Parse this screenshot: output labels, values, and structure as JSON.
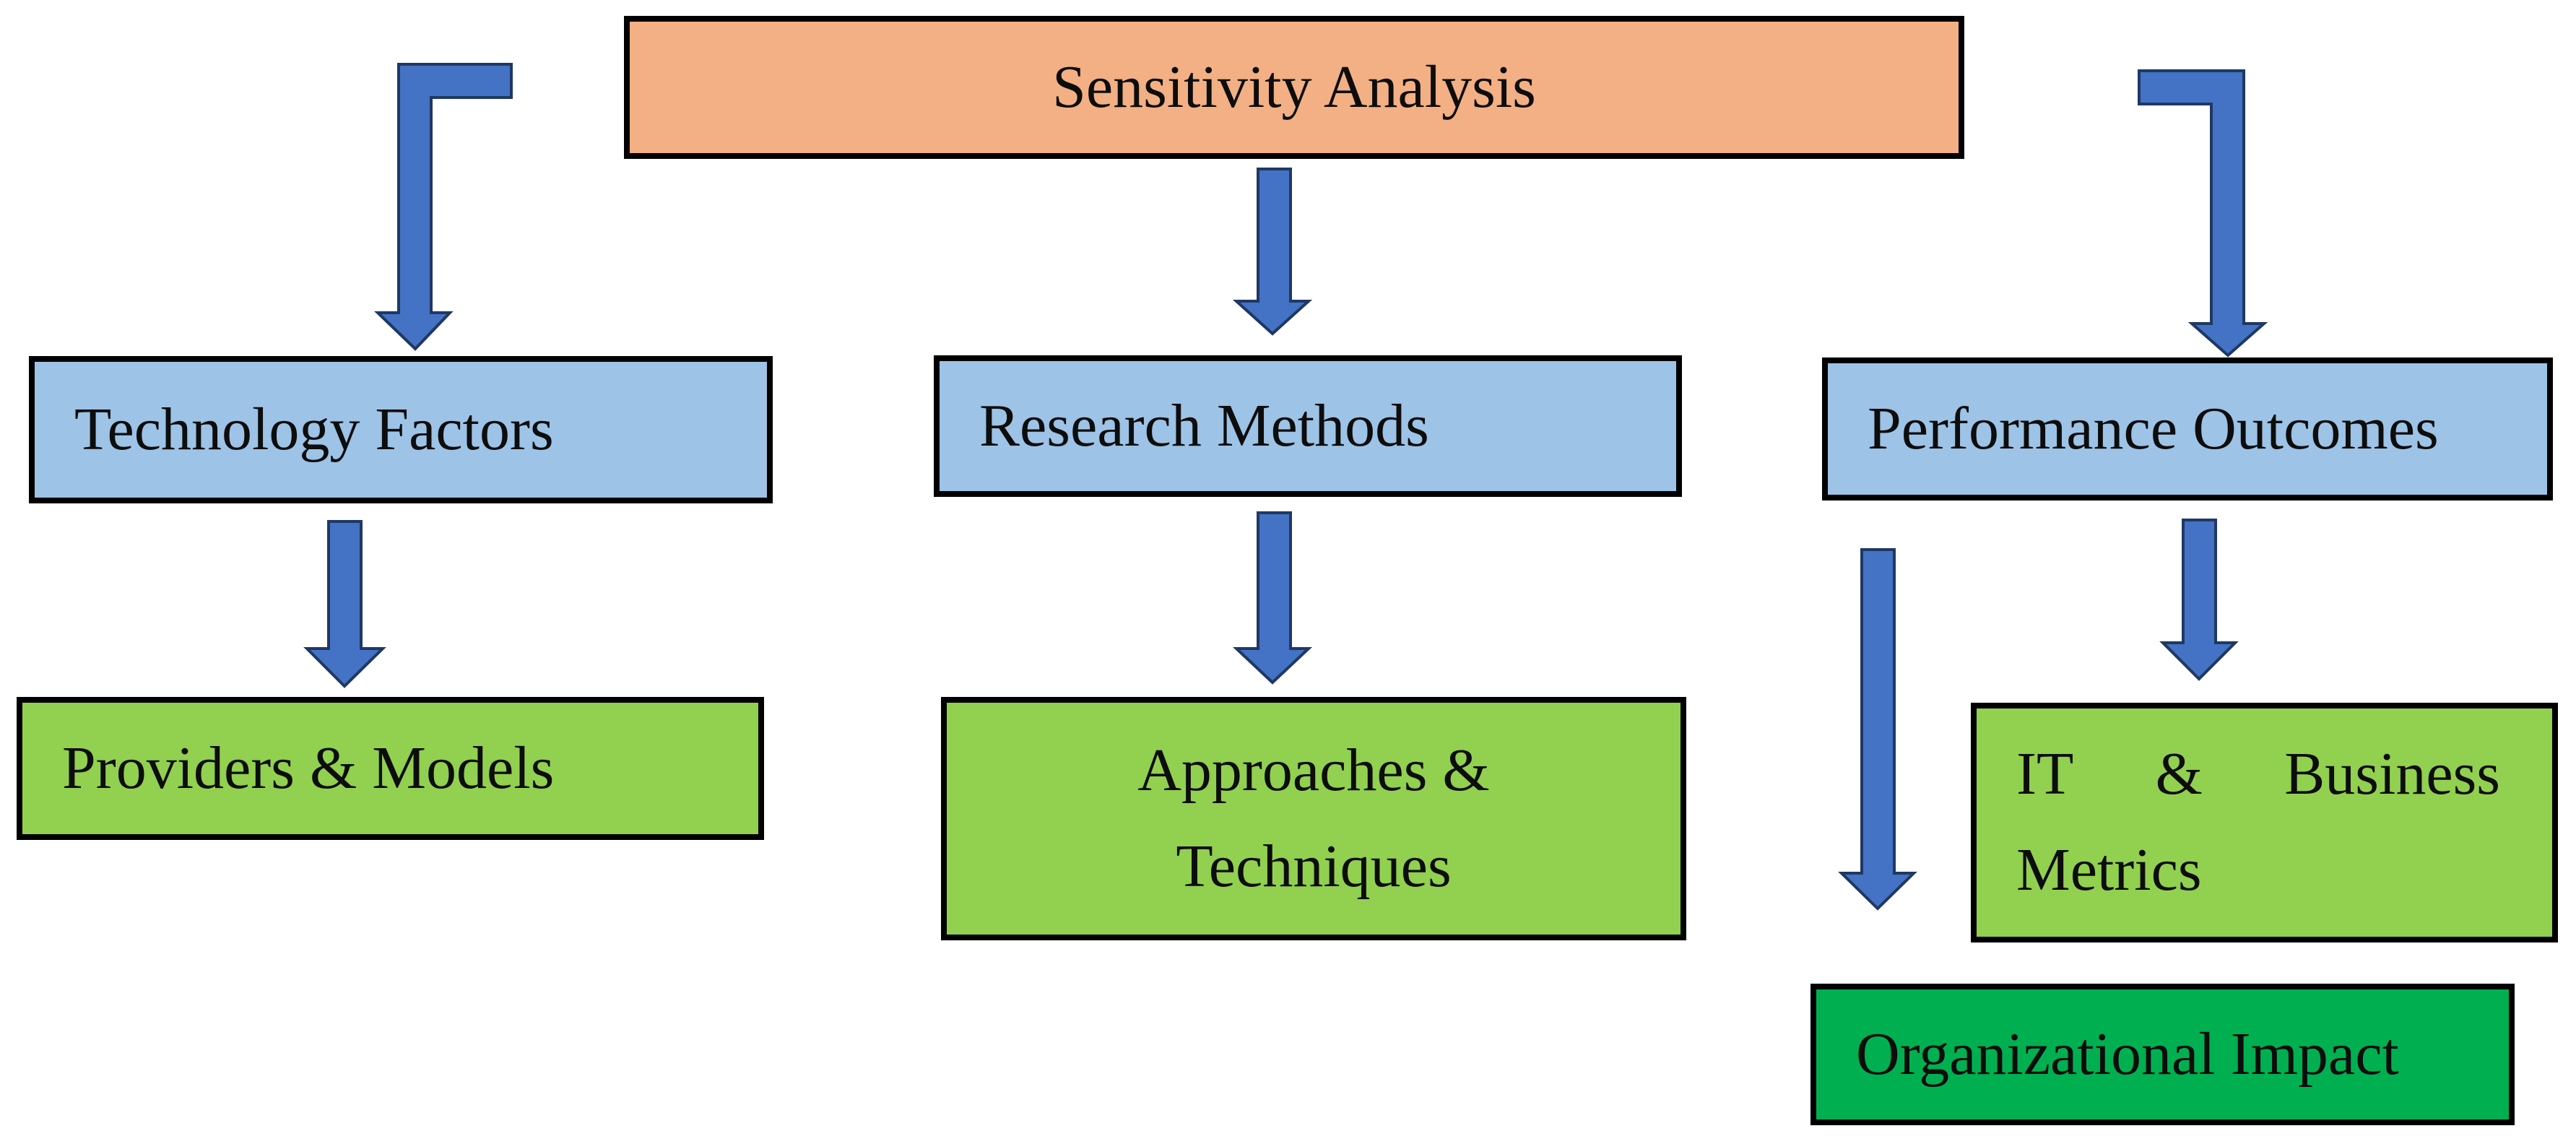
{
  "nodes": {
    "sensitivity": {
      "label": "Sensitivity Analysis"
    },
    "technology": {
      "label": "Technology Factors"
    },
    "research": {
      "label": "Research Methods"
    },
    "performance": {
      "label": "Performance Outcomes"
    },
    "providers": {
      "label": "Providers & Models"
    },
    "approaches": {
      "line1": "Approaches &",
      "line2": "Techniques"
    },
    "it_metrics": {
      "line1_words": [
        "IT",
        "&",
        "Business"
      ],
      "line2": "Metrics"
    },
    "organizational": {
      "label": "Organizational Impact"
    }
  },
  "arrows": [
    {
      "from": "sensitivity",
      "to": "technology",
      "shape": "elbow-down"
    },
    {
      "from": "sensitivity",
      "to": "research",
      "shape": "straight-down"
    },
    {
      "from": "sensitivity",
      "to": "performance",
      "shape": "elbow-down"
    },
    {
      "from": "technology",
      "to": "providers",
      "shape": "straight-down"
    },
    {
      "from": "research",
      "to": "approaches",
      "shape": "straight-down"
    },
    {
      "from": "performance",
      "to": "it_metrics",
      "shape": "straight-down"
    },
    {
      "from": "performance",
      "to": "organizational",
      "shape": "straight-down"
    }
  ],
  "colors": {
    "root_fill": "#F2B084",
    "level2_fill": "#9DC3E6",
    "level3_fill": "#92D050",
    "level4_fill": "#00B050",
    "box_border": "#000000",
    "arrow_fill": "#4472C4",
    "arrow_stroke": "#1F3864",
    "text": "#0d0d0d",
    "background": "#ffffff"
  }
}
